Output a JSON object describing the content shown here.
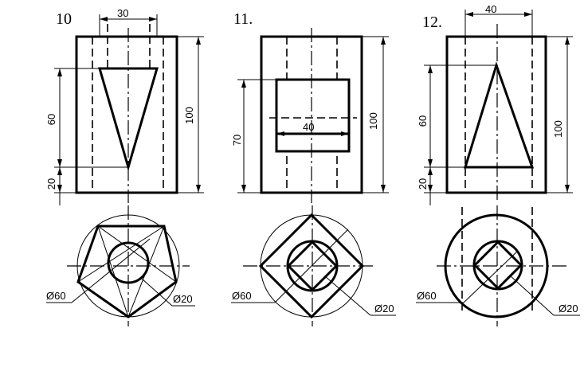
{
  "figures": [
    {
      "number": "10",
      "dims": {
        "top_width": "30",
        "height_triangle": "60",
        "height_base": "20",
        "height_total": "100"
      },
      "callouts": {
        "outer_diameter": "Ø60",
        "inner_diameter": "Ø20"
      }
    },
    {
      "number": "11.",
      "dims": {
        "inner_width": "40",
        "inner_height": "70",
        "height_total": "100"
      },
      "callouts": {
        "outer_diameter": "Ø60",
        "inner_diameter": "Ø20"
      }
    },
    {
      "number": "12.",
      "dims": {
        "top_width": "40",
        "height_triangle": "60",
        "height_base": "20",
        "height_total": "100"
      },
      "callouts": {
        "outer_diameter": "Ø60",
        "inner_diameter": "Ø20"
      }
    }
  ]
}
